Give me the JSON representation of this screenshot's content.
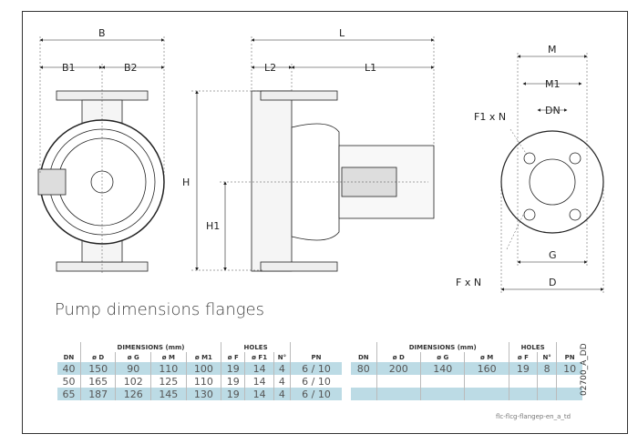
{
  "drawing": {
    "labels": {
      "B": "B",
      "B1": "B1",
      "B2": "B2",
      "L": "L",
      "L1": "L1",
      "L2": "L2",
      "H": "H",
      "H1": "H1",
      "M": "M",
      "M1": "M1",
      "DN": "DN",
      "F1xN": "F1 x N",
      "FxN": "F x N",
      "G": "G",
      "D": "D"
    }
  },
  "title": "Pump dimensions flanges",
  "table1": {
    "group_dims": "DIMENSIONS (mm)",
    "group_holes": "HOLES",
    "headers": [
      "DN",
      "ø D",
      "ø G",
      "ø M",
      "ø M1",
      "ø F",
      "ø F1",
      "N°",
      "PN"
    ],
    "rows": [
      [
        "40",
        "150",
        "90",
        "110",
        "100",
        "19",
        "14",
        "4",
        "6 / 10"
      ],
      [
        "50",
        "165",
        "102",
        "125",
        "110",
        "19",
        "14",
        "4",
        "6 / 10"
      ],
      [
        "65",
        "187",
        "126",
        "145",
        "130",
        "19",
        "14",
        "4",
        "6 / 10"
      ]
    ]
  },
  "table2": {
    "group_dims": "DIMENSIONS (mm)",
    "group_holes": "HOLES",
    "headers": [
      "DN",
      "ø D",
      "ø G",
      "ø M",
      "ø F",
      "N°",
      "PN"
    ],
    "rows": [
      [
        "80",
        "200",
        "140",
        "160",
        "19",
        "8",
        "10"
      ]
    ]
  },
  "code": "flc-flcg-flangep-en_a_td",
  "ref": "02700_A_DD"
}
